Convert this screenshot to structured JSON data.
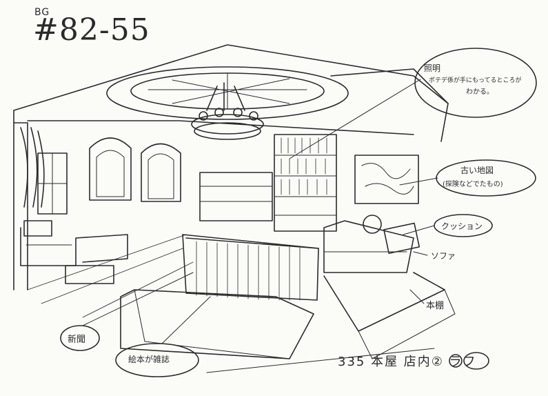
{
  "header": {
    "bg_tag": "BG",
    "scene_code": "#82-55"
  },
  "annotations": {
    "lighting_title": "照明",
    "lighting_line1": "ポテデ係が手にもってるところが",
    "lighting_line2": "わかる。",
    "old_map_line1": "古い地図",
    "old_map_line2": "(探険などでたもの)",
    "cushion": "クッション",
    "sofa": "ソファ",
    "bookshelf": "本棚",
    "newspaper": "新聞",
    "picture_books": "絵本が雑誌",
    "footer": "335 本屋 店内② ラフ"
  }
}
